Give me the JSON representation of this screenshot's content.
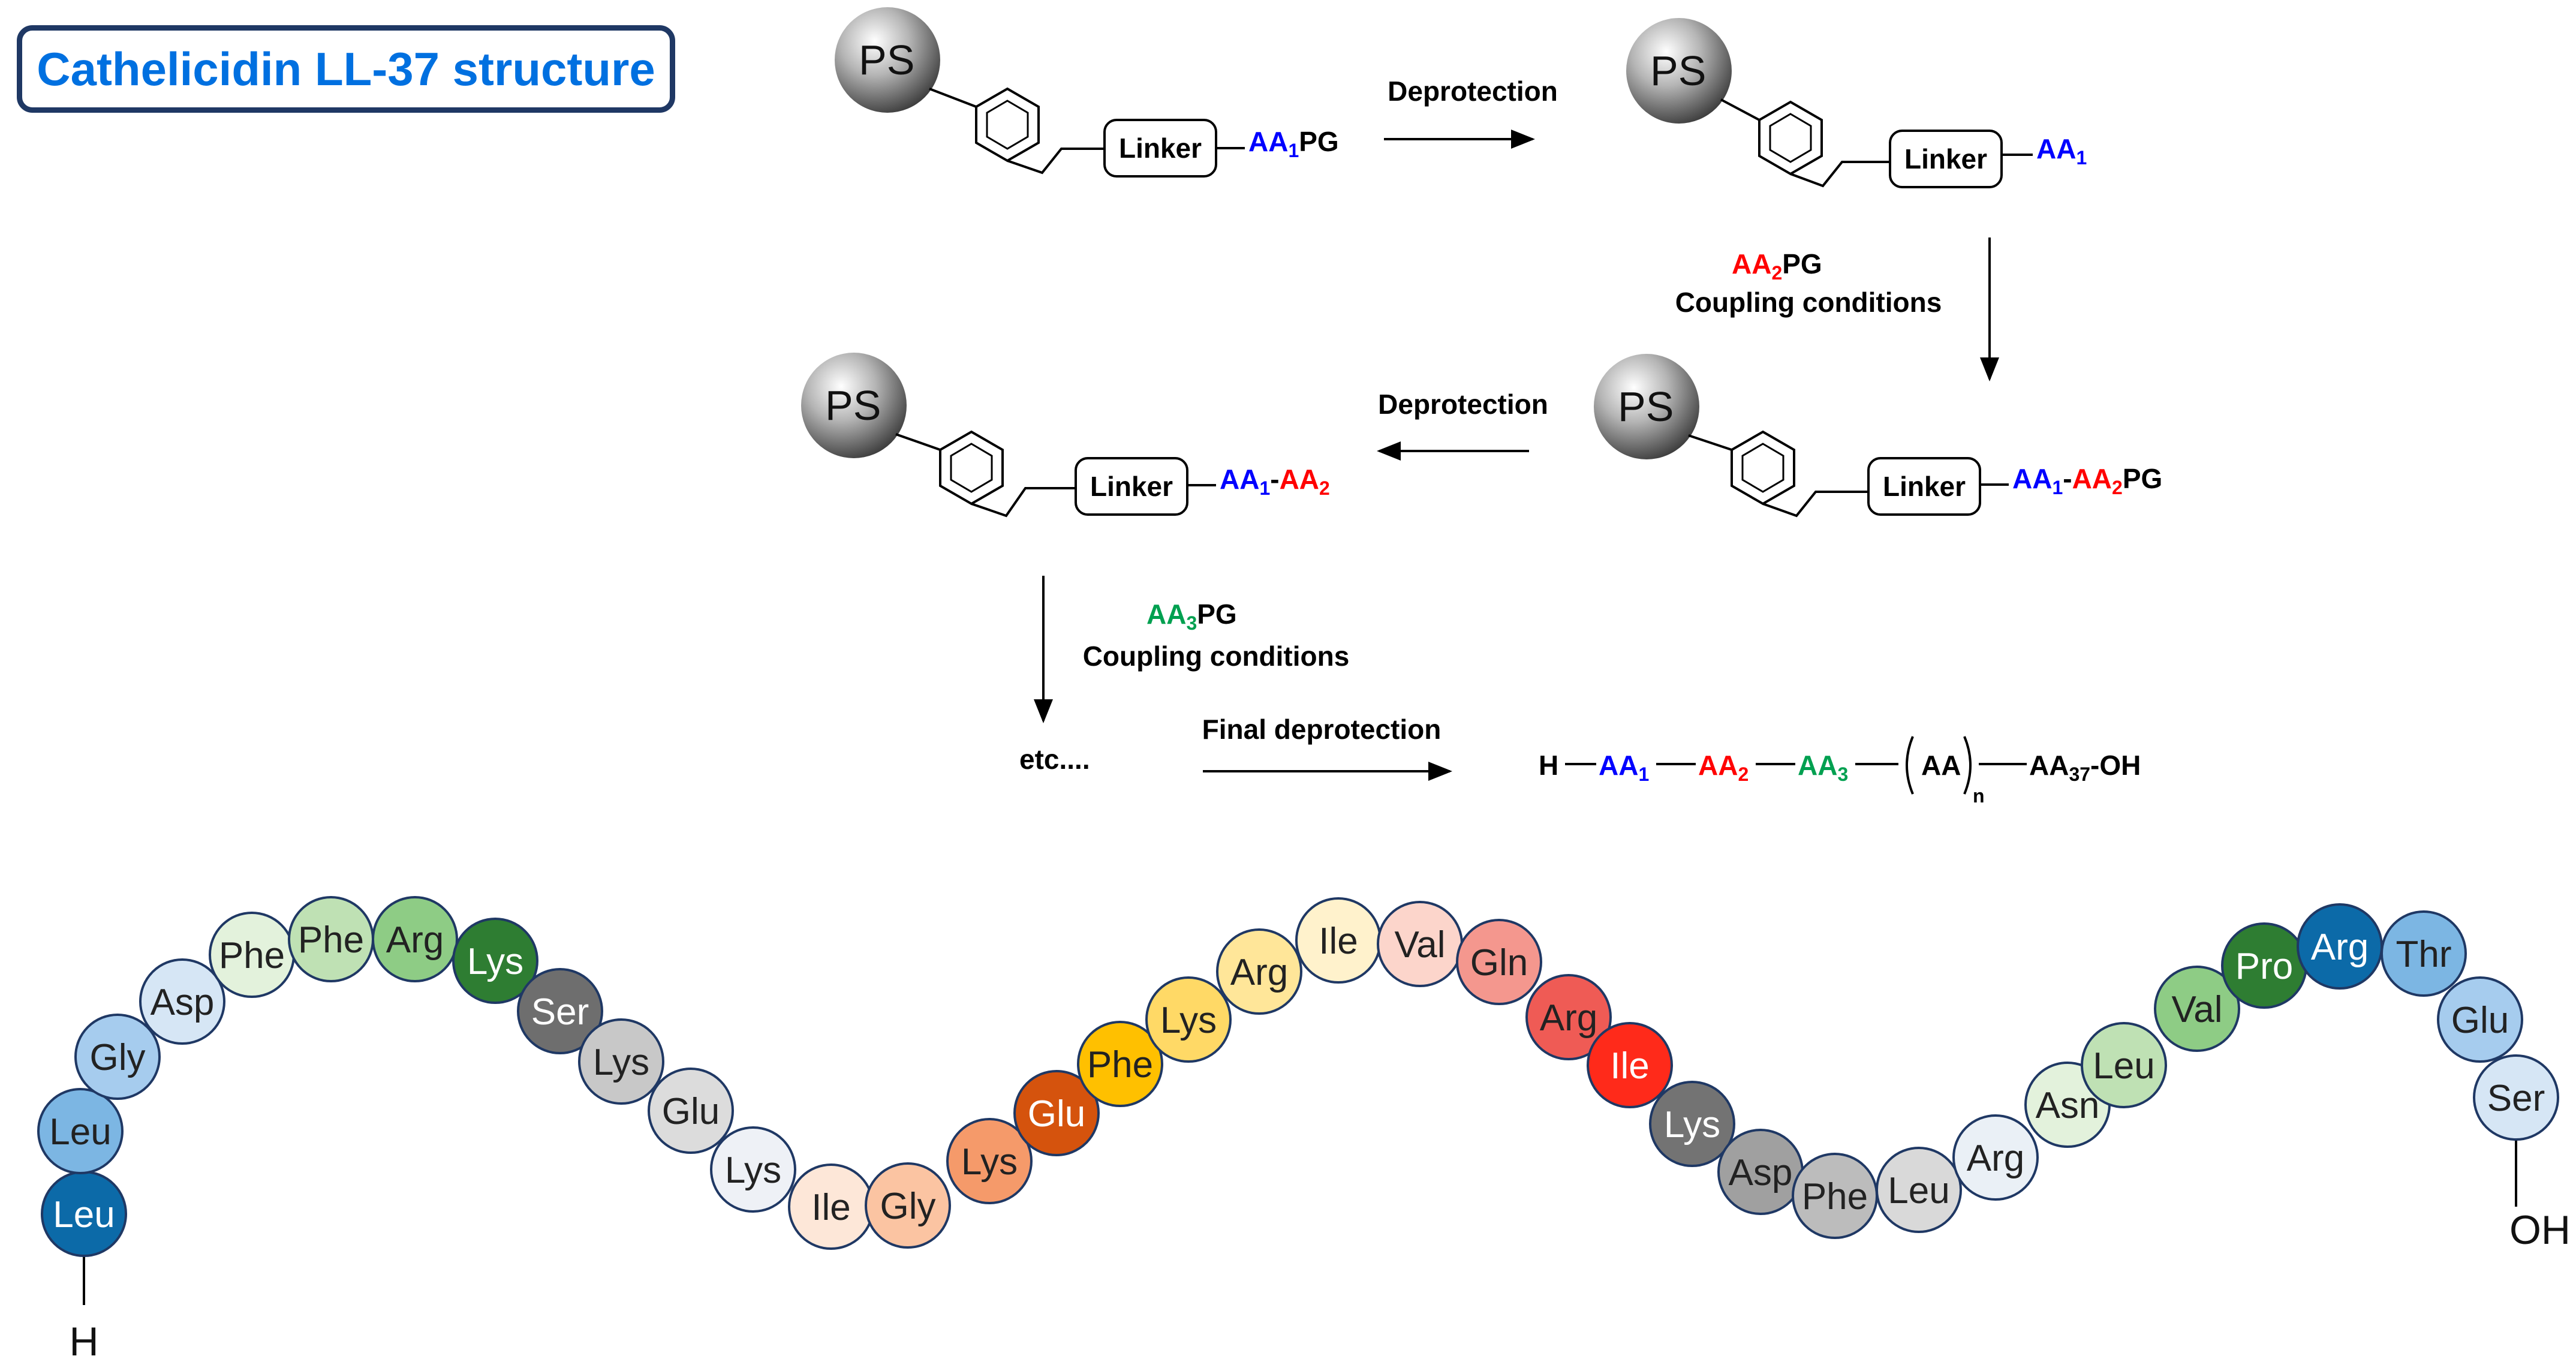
{
  "title": "Cathelicidin LL-37 structure",
  "colors": {
    "title_text": "#0070e0",
    "title_border": "#1f3864",
    "aa1": "#0000ff",
    "aa2": "#ff0000",
    "aa3": "#00a050"
  },
  "labels": {
    "ps": "PS",
    "linker": "Linker",
    "deprotection": "Deprotection",
    "coupling_conditions": "Coupling conditions",
    "final_deprotection": "Final deprotection",
    "etc": "etc...."
  },
  "molecules": {
    "aa": "AA",
    "sub1": "1",
    "sub2": "2",
    "sub3": "3",
    "sub37": "37",
    "pg": "PG",
    "dash": "-",
    "h": "H",
    "oh": "-OH",
    "n": "n"
  },
  "peptide": {
    "n_terminus": "H",
    "c_terminus": "OH",
    "residues": [
      {
        "name": "Leu",
        "color": "#0c6aa8"
      },
      {
        "name": "Leu",
        "color": "#7cb6e3"
      },
      {
        "name": "Gly",
        "color": "#a6ccee"
      },
      {
        "name": "Asp",
        "color": "#d6e6f5"
      },
      {
        "name": "Phe",
        "color": "#e3f2dc"
      },
      {
        "name": "Phe",
        "color": "#bfe1b4"
      },
      {
        "name": "Arg",
        "color": "#8ecc85"
      },
      {
        "name": "Lys",
        "color": "#2e7d32"
      },
      {
        "name": "Ser",
        "color": "#6e6e6e"
      },
      {
        "name": "Lys",
        "color": "#c8c8c8"
      },
      {
        "name": "Glu",
        "color": "#dcdcdc"
      },
      {
        "name": "Lys",
        "color": "#eef1f6"
      },
      {
        "name": "Ile",
        "color": "#fde7d8"
      },
      {
        "name": "Gly",
        "color": "#fbc4a2"
      },
      {
        "name": "Lys",
        "color": "#f59a6a"
      },
      {
        "name": "Glu",
        "color": "#d5530d"
      },
      {
        "name": "Phe",
        "color": "#ffc000"
      },
      {
        "name": "Lys",
        "color": "#ffd966"
      },
      {
        "name": "Arg",
        "color": "#ffe699"
      },
      {
        "name": "Ile",
        "color": "#fff2cc"
      },
      {
        "name": "Val",
        "color": "#fcd5cb"
      },
      {
        "name": "Gln",
        "color": "#f4978e"
      },
      {
        "name": "Arg",
        "color": "#ef5b55"
      },
      {
        "name": "Ile",
        "color": "#ff2a1a"
      },
      {
        "name": "Lys",
        "color": "#737373"
      },
      {
        "name": "Asp",
        "color": "#a0a0a0"
      },
      {
        "name": "Phe",
        "color": "#bcbcbc"
      },
      {
        "name": "Leu",
        "color": "#d9d9d9"
      },
      {
        "name": "Arg",
        "color": "#eaf0f6"
      },
      {
        "name": "Asn",
        "color": "#e3f2dc"
      },
      {
        "name": "Leu",
        "color": "#bfe1b4"
      },
      {
        "name": "Val",
        "color": "#8ecc85"
      },
      {
        "name": "Pro",
        "color": "#2e7d32"
      },
      {
        "name": "Arg",
        "color": "#0c6aa8"
      },
      {
        "name": "Thr",
        "color": "#7cb6e3"
      },
      {
        "name": "Glu",
        "color": "#a6ccee"
      },
      {
        "name": "Ser",
        "color": "#d6e6f5"
      }
    ]
  }
}
